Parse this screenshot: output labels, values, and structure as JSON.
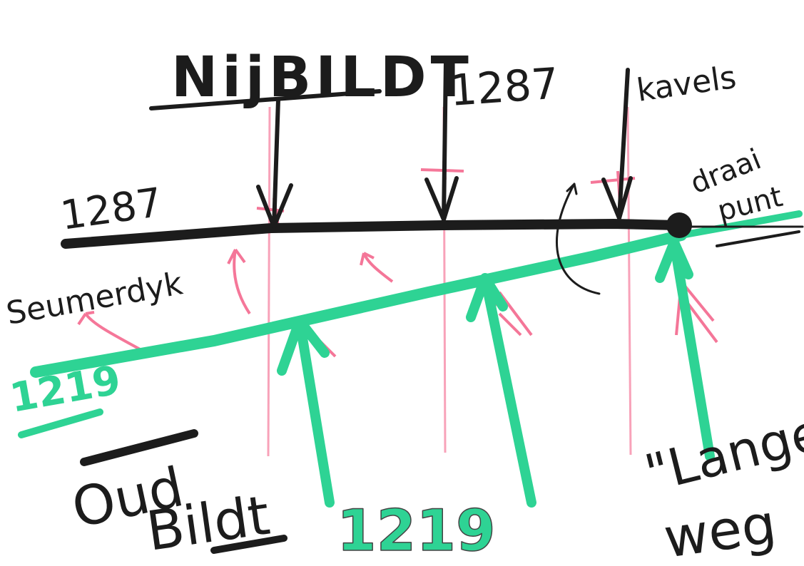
{
  "colors": {
    "ink": "#1c1c1c",
    "green": "#2ed394",
    "pink": "#f2557f",
    "paper": "#ffffff"
  },
  "labels": {
    "title_top": "NijBILDT",
    "year_top_right": "1287",
    "kavels": "kavels",
    "draai": "draai",
    "punt": "punt",
    "year_left_black": "1287",
    "seumerdyk": "Seumerdyk",
    "year_left_green": "1219",
    "oud": "Oud",
    "bildt": "Bildt",
    "year_bottom_green": "1219",
    "lange": "\"Lange\"",
    "weg": "weg"
  }
}
